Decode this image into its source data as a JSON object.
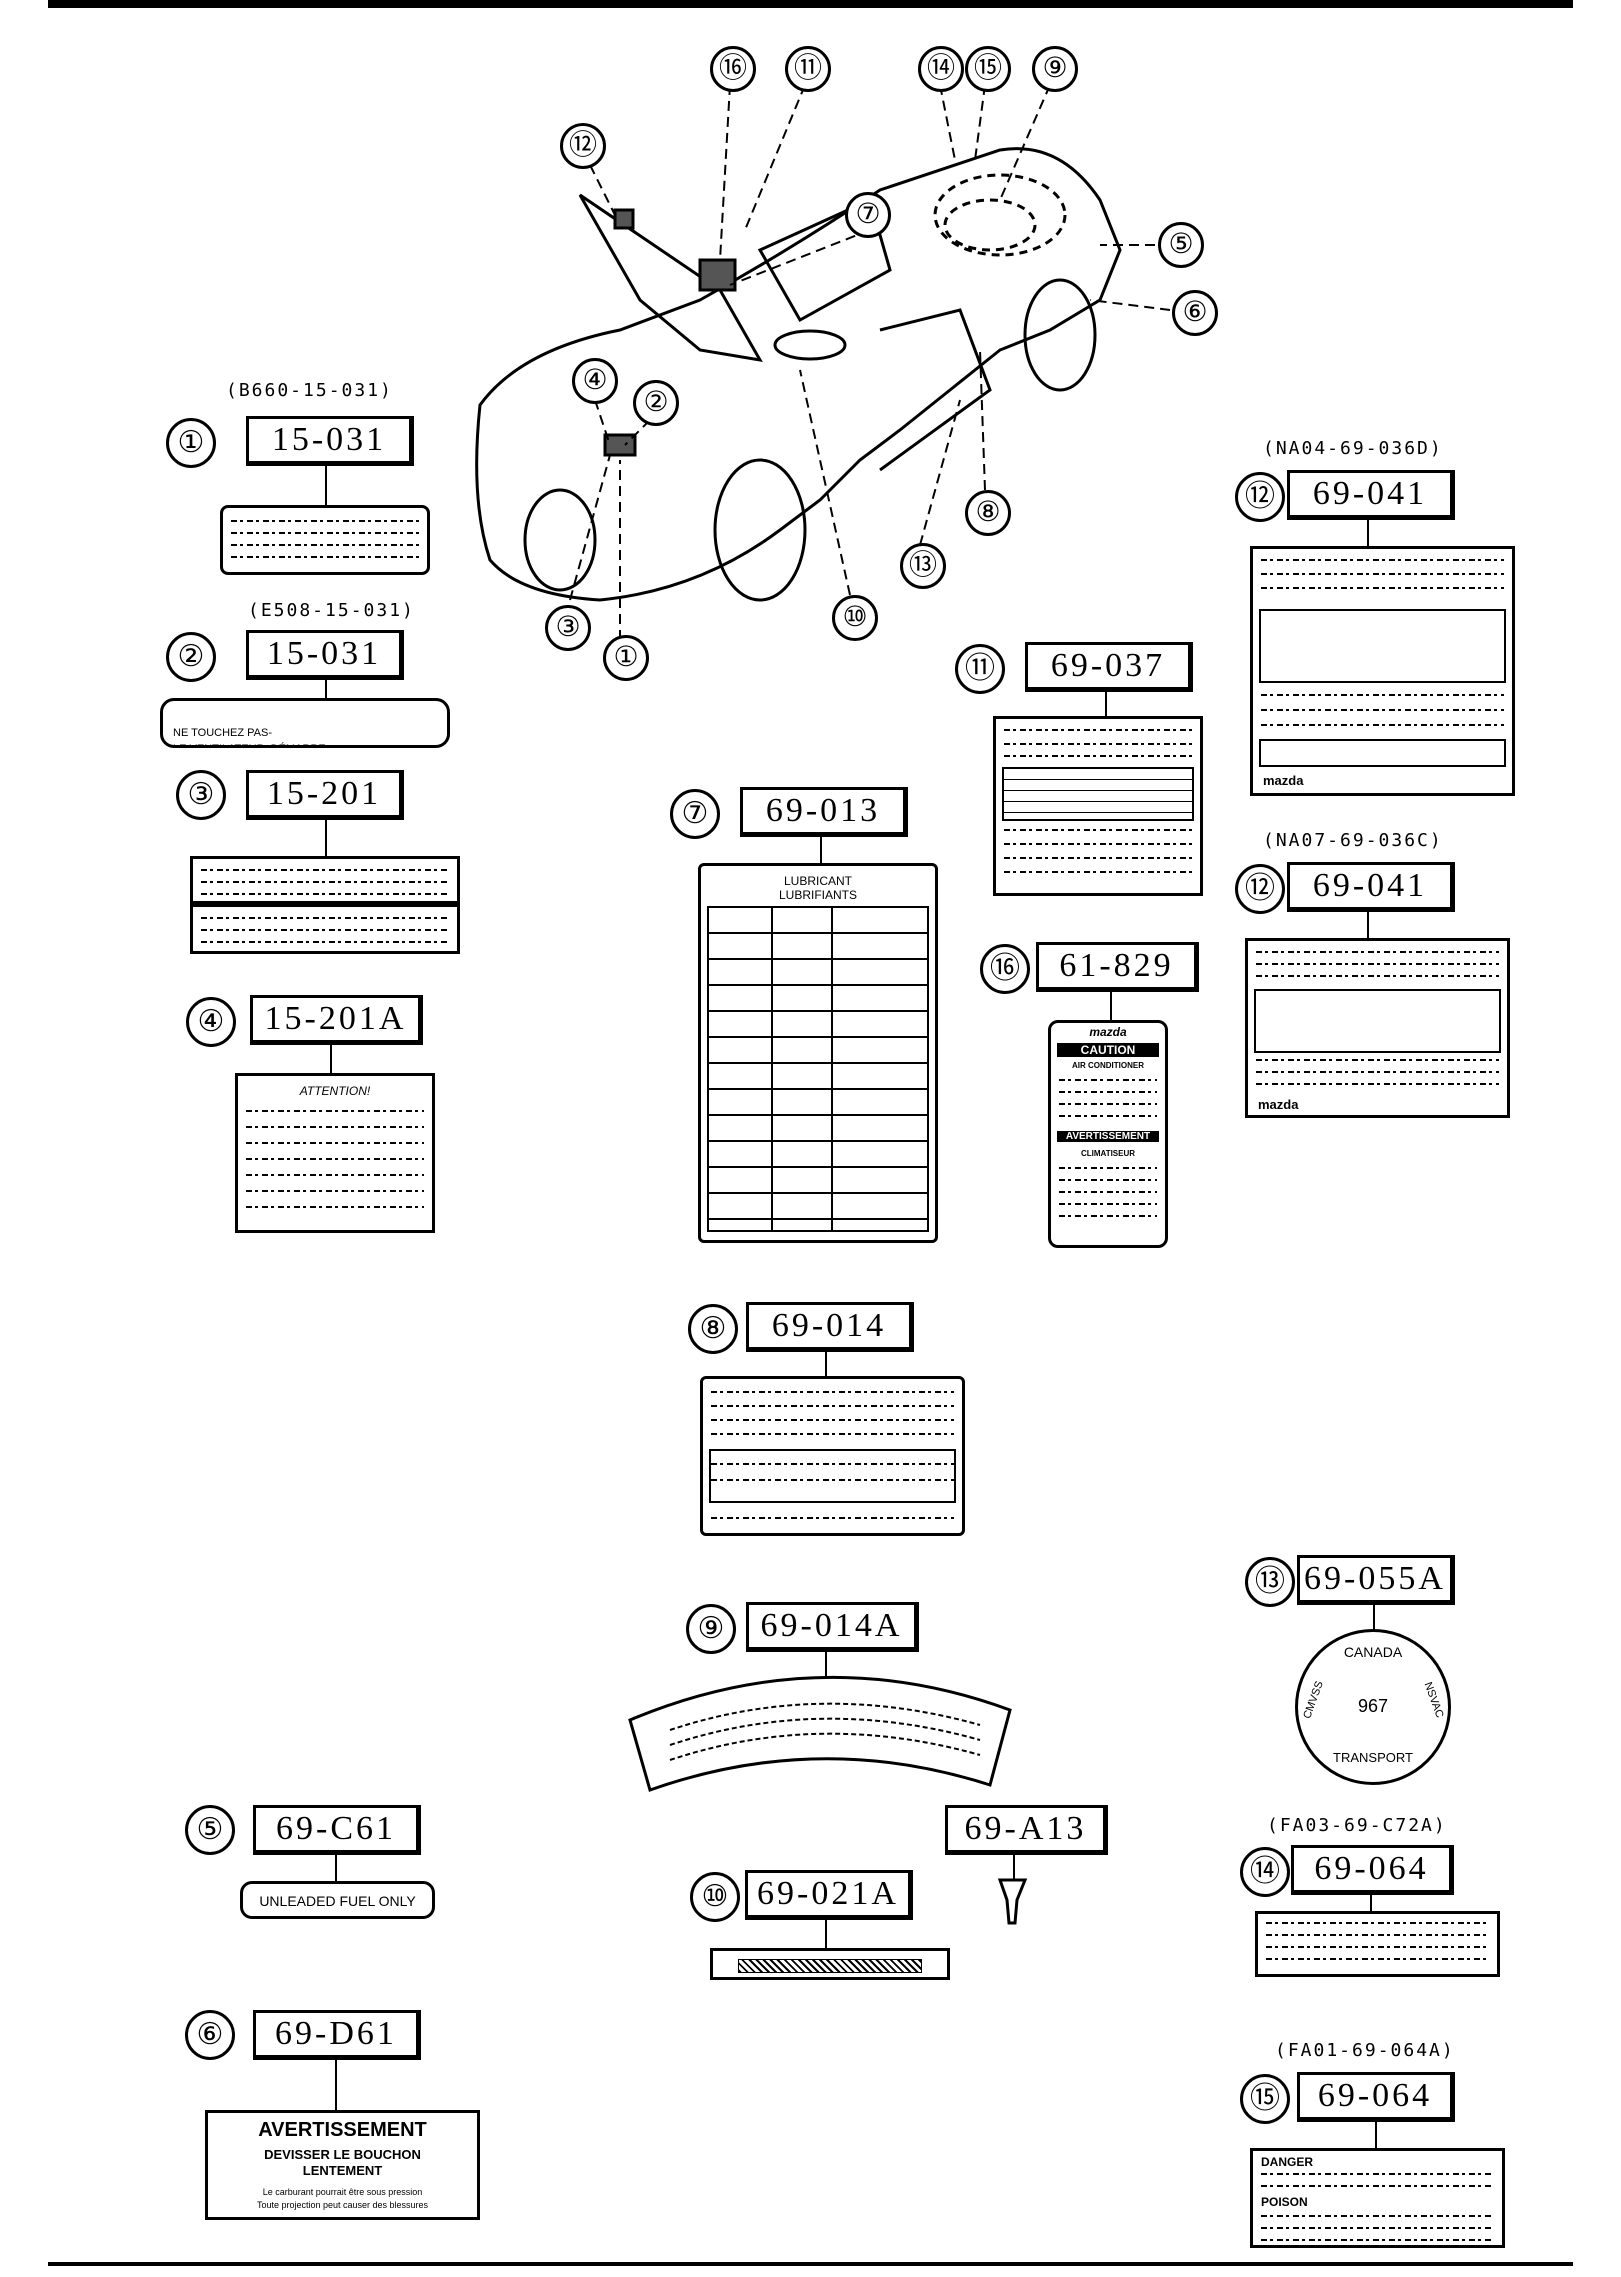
{
  "diagram": {
    "callouts": [
      "⑯",
      "⑪",
      "⑭",
      "⑮",
      "⑨",
      "⑫",
      "⑦",
      "⑤",
      "⑥",
      "④",
      "②",
      "③",
      "①",
      "⑧",
      "⑬",
      "⑩"
    ],
    "parts": {
      "p1": {
        "num": "①",
        "pn": "(B660-15-031)",
        "code": "15-031"
      },
      "p2": {
        "num": "②",
        "pn": "(E508-15-031)",
        "code": "15-031",
        "text": "NE TOUCHEZ PAS-\nLE VENTILATEUR: DÉMARRE AUTOMATIQUEMENT"
      },
      "p3": {
        "num": "③",
        "code": "15-201"
      },
      "p4": {
        "num": "④",
        "code": "15-201A",
        "text": "ATTENTION!"
      },
      "p5": {
        "num": "⑤",
        "code": "69-C61",
        "text": "UNLEADED FUEL ONLY"
      },
      "p6": {
        "num": "⑥",
        "code": "69-D61",
        "t1": "AVERTISSEMENT",
        "t2": "DEVISSER LE BOUCHON",
        "t3": "LENTEMENT",
        "t4": "Le carburant pourrait être sous pression",
        "t5": "Toute projection peut causer des blessures"
      },
      "p7": {
        "num": "⑦",
        "code": "69-013",
        "t1": "LUBRICANT",
        "t2": "LUBRIFIANTS"
      },
      "p8": {
        "num": "⑧",
        "code": "69-014"
      },
      "p9": {
        "num": "⑨",
        "code": "69-014A"
      },
      "p10": {
        "num": "⑩",
        "code": "69-021A"
      },
      "pA13": {
        "code": "69-A13"
      },
      "p11": {
        "num": "⑪",
        "code": "69-037"
      },
      "p12a": {
        "num": "⑫",
        "pn": "(NA04-69-036D)",
        "code": "69-041",
        "brand": "mazda"
      },
      "p12b": {
        "num": "⑫",
        "pn": "(NA07-69-036C)",
        "code": "69-041",
        "brand": "mazda"
      },
      "p13": {
        "num": "⑬",
        "code": "69-055A",
        "t1": "CANADA",
        "t2": "CMVSS",
        "t3": "NSVAC",
        "t4": "967",
        "t5": "TRANSPORT"
      },
      "p14": {
        "num": "⑭",
        "pn": "(FA03-69-C72A)",
        "code": "69-064"
      },
      "p15": {
        "num": "⑮",
        "pn": "(FA01-69-064A)",
        "code": "69-064",
        "t1": "DANGER",
        "t2": "POISON"
      },
      "p16": {
        "num": "⑯",
        "code": "61-829",
        "brand": "mazda",
        "t1": "CAUTION",
        "t2": "AIR CONDITIONER",
        "t3": "AVERTISSEMENT",
        "t4": "CLIMATISEUR"
      }
    }
  }
}
